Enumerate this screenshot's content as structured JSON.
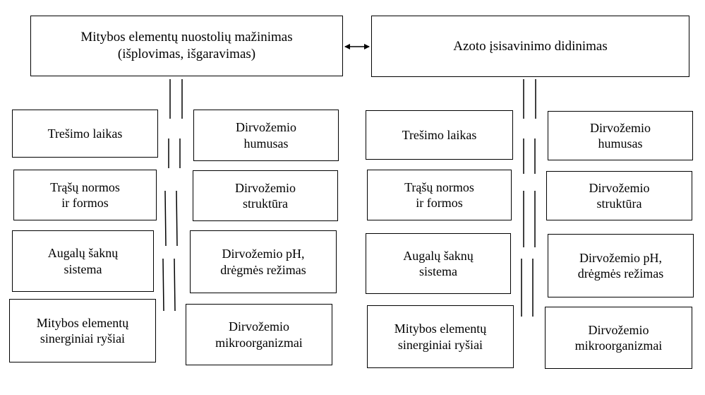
{
  "left_panel": {
    "header": "Mitybos elementų nuostolių mažinimas\n(išplovimas, išgaravimas)",
    "factors_left": [
      "Trešimo laikas",
      "Trąšų normos\nir formos",
      "Augalų šaknų\nsistema",
      "Mitybos elementų\nsinerginiai ryšiai"
    ],
    "factors_right": [
      "Dirvožemio\nhumusas",
      "Dirvožemio\nstruktūra",
      "Dirvožemio pH,\ndrėgmės režimas",
      "Dirvožemio\nmikroorganizmai"
    ]
  },
  "right_panel": {
    "header": "Azoto įsisavinimo didinimas",
    "factors_left": [
      "Trešimo laikas",
      "Trąšų normos\nir formos",
      "Augalų šaknų\nsistema",
      "Mitybos elementų\nsinerginiai ryšiai"
    ],
    "factors_right": [
      "Dirvožemio\nhumusas",
      "Dirvožemio\nstruktūra",
      "Dirvožemio pH,\ndrėgmės režimas",
      "Dirvožemio\nmikroorganizmai"
    ]
  }
}
